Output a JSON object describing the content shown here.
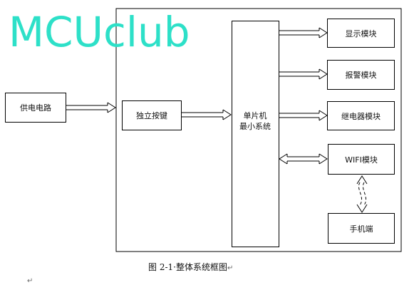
{
  "watermark": "MCUclub",
  "nodes": {
    "power": "供电电路",
    "buttons": "独立按键",
    "mcu_line1": "单片机",
    "mcu_line2": "最小系统",
    "display": "显示模块",
    "alarm": "报警模块",
    "relay": "继电器模块",
    "wifi": "WIFI模块",
    "phone": "手机端"
  },
  "caption": "图 2-1·整体系统框图",
  "caption_mark": "↵",
  "para_mark": "↵",
  "colors": {
    "watermark": "#2de0c8",
    "line": "#000000"
  }
}
